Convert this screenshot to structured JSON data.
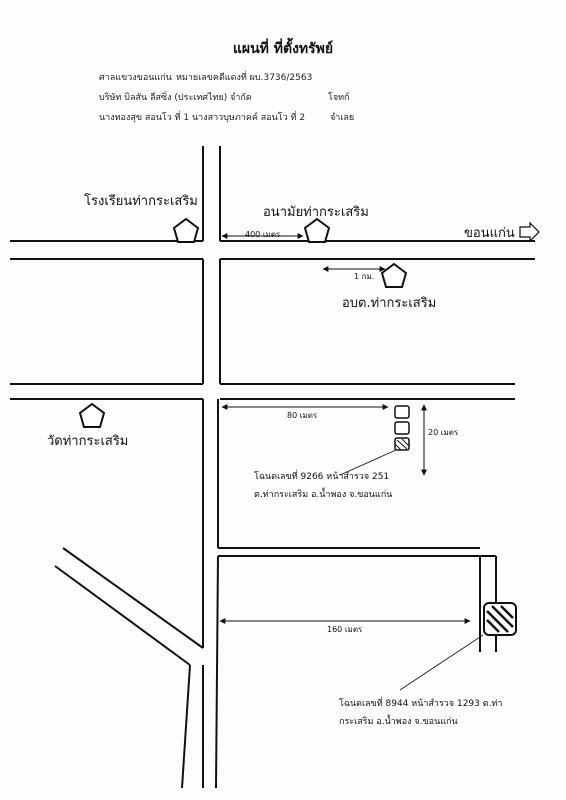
{
  "title": "แผนที่ ที่ตั้งทรัพย์",
  "header": {
    "court": "ศาลแขวงขอนแก่น",
    "case_no": "หมายเลขคดีแดงที่ ผบ.3736/2563",
    "plaintiff": "บริษัท บิลสัน ลีสซิ่ง (ประเทศไทย) จำกัด",
    "plaintiff_role": "โจทก์",
    "defendant": "นางทองสุข สอนโว ที่ 1 นางสาวบุษภาคค์ สอนโว ที่ 2",
    "defendant_role": "จำเลย"
  },
  "places": {
    "school": "โรงเรียนท่ากระเสริม",
    "health_center": "อนามัยท่ากระเสริม",
    "tao": "อบต.ท่ากระเสริม",
    "temple": "วัดท่ากระเสริม",
    "khon_kaen": "ขอนแก่น"
  },
  "distances": {
    "d400": "400 เมตร",
    "d1km": "1 กม.",
    "d80": "80 เมตร",
    "d20": "20 เมตร",
    "d160": "160 เมตร"
  },
  "deeds": {
    "deed1_line1": "โฉนดเลขที่ 9266 หน้าสำรวจ 251",
    "deed1_line2": "ต.ท่ากระเสริม อ.น้ำพอง จ.ขอนแก่น",
    "deed2_line1": "โฉนดเลขที่ 8944 หน้าสำรวจ 1293 ต.ท่า",
    "deed2_line2": "กระเสริม อ.น้ำพอง จ.ขอนแก่น"
  },
  "colors": {
    "line": "#111111",
    "paper": "#fdfdfd"
  }
}
